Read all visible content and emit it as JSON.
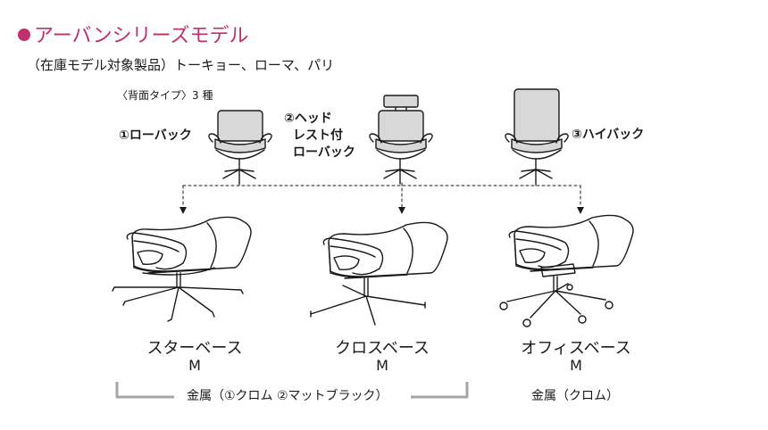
{
  "header": {
    "title": "アーバンシリーズモデル",
    "title_color": "#c0306e",
    "subtitle": "（在庫モデル対象製品）トーキョー、ローマ、パリ"
  },
  "backrest": {
    "heading": "〈背面タイプ〉3 種",
    "types": [
      {
        "lines": [
          "①ローバック"
        ]
      },
      {
        "lines": [
          "②ヘッド",
          "レスト付",
          "ローバック"
        ]
      },
      {
        "lines": [
          "③ハイバック"
        ]
      }
    ]
  },
  "bases": [
    {
      "name": "スターベース",
      "size": "M"
    },
    {
      "name": "クロスベース",
      "size": "M"
    },
    {
      "name": "オフィスベース",
      "size": "M"
    }
  ],
  "materials": {
    "shared": "金属（①クロム ②マットブラック）",
    "office": "金属（クロム）"
  },
  "colors": {
    "chair_fill": "#d8d8d8",
    "bracket": "#a6a6a6",
    "line": "#1a1a1a"
  }
}
